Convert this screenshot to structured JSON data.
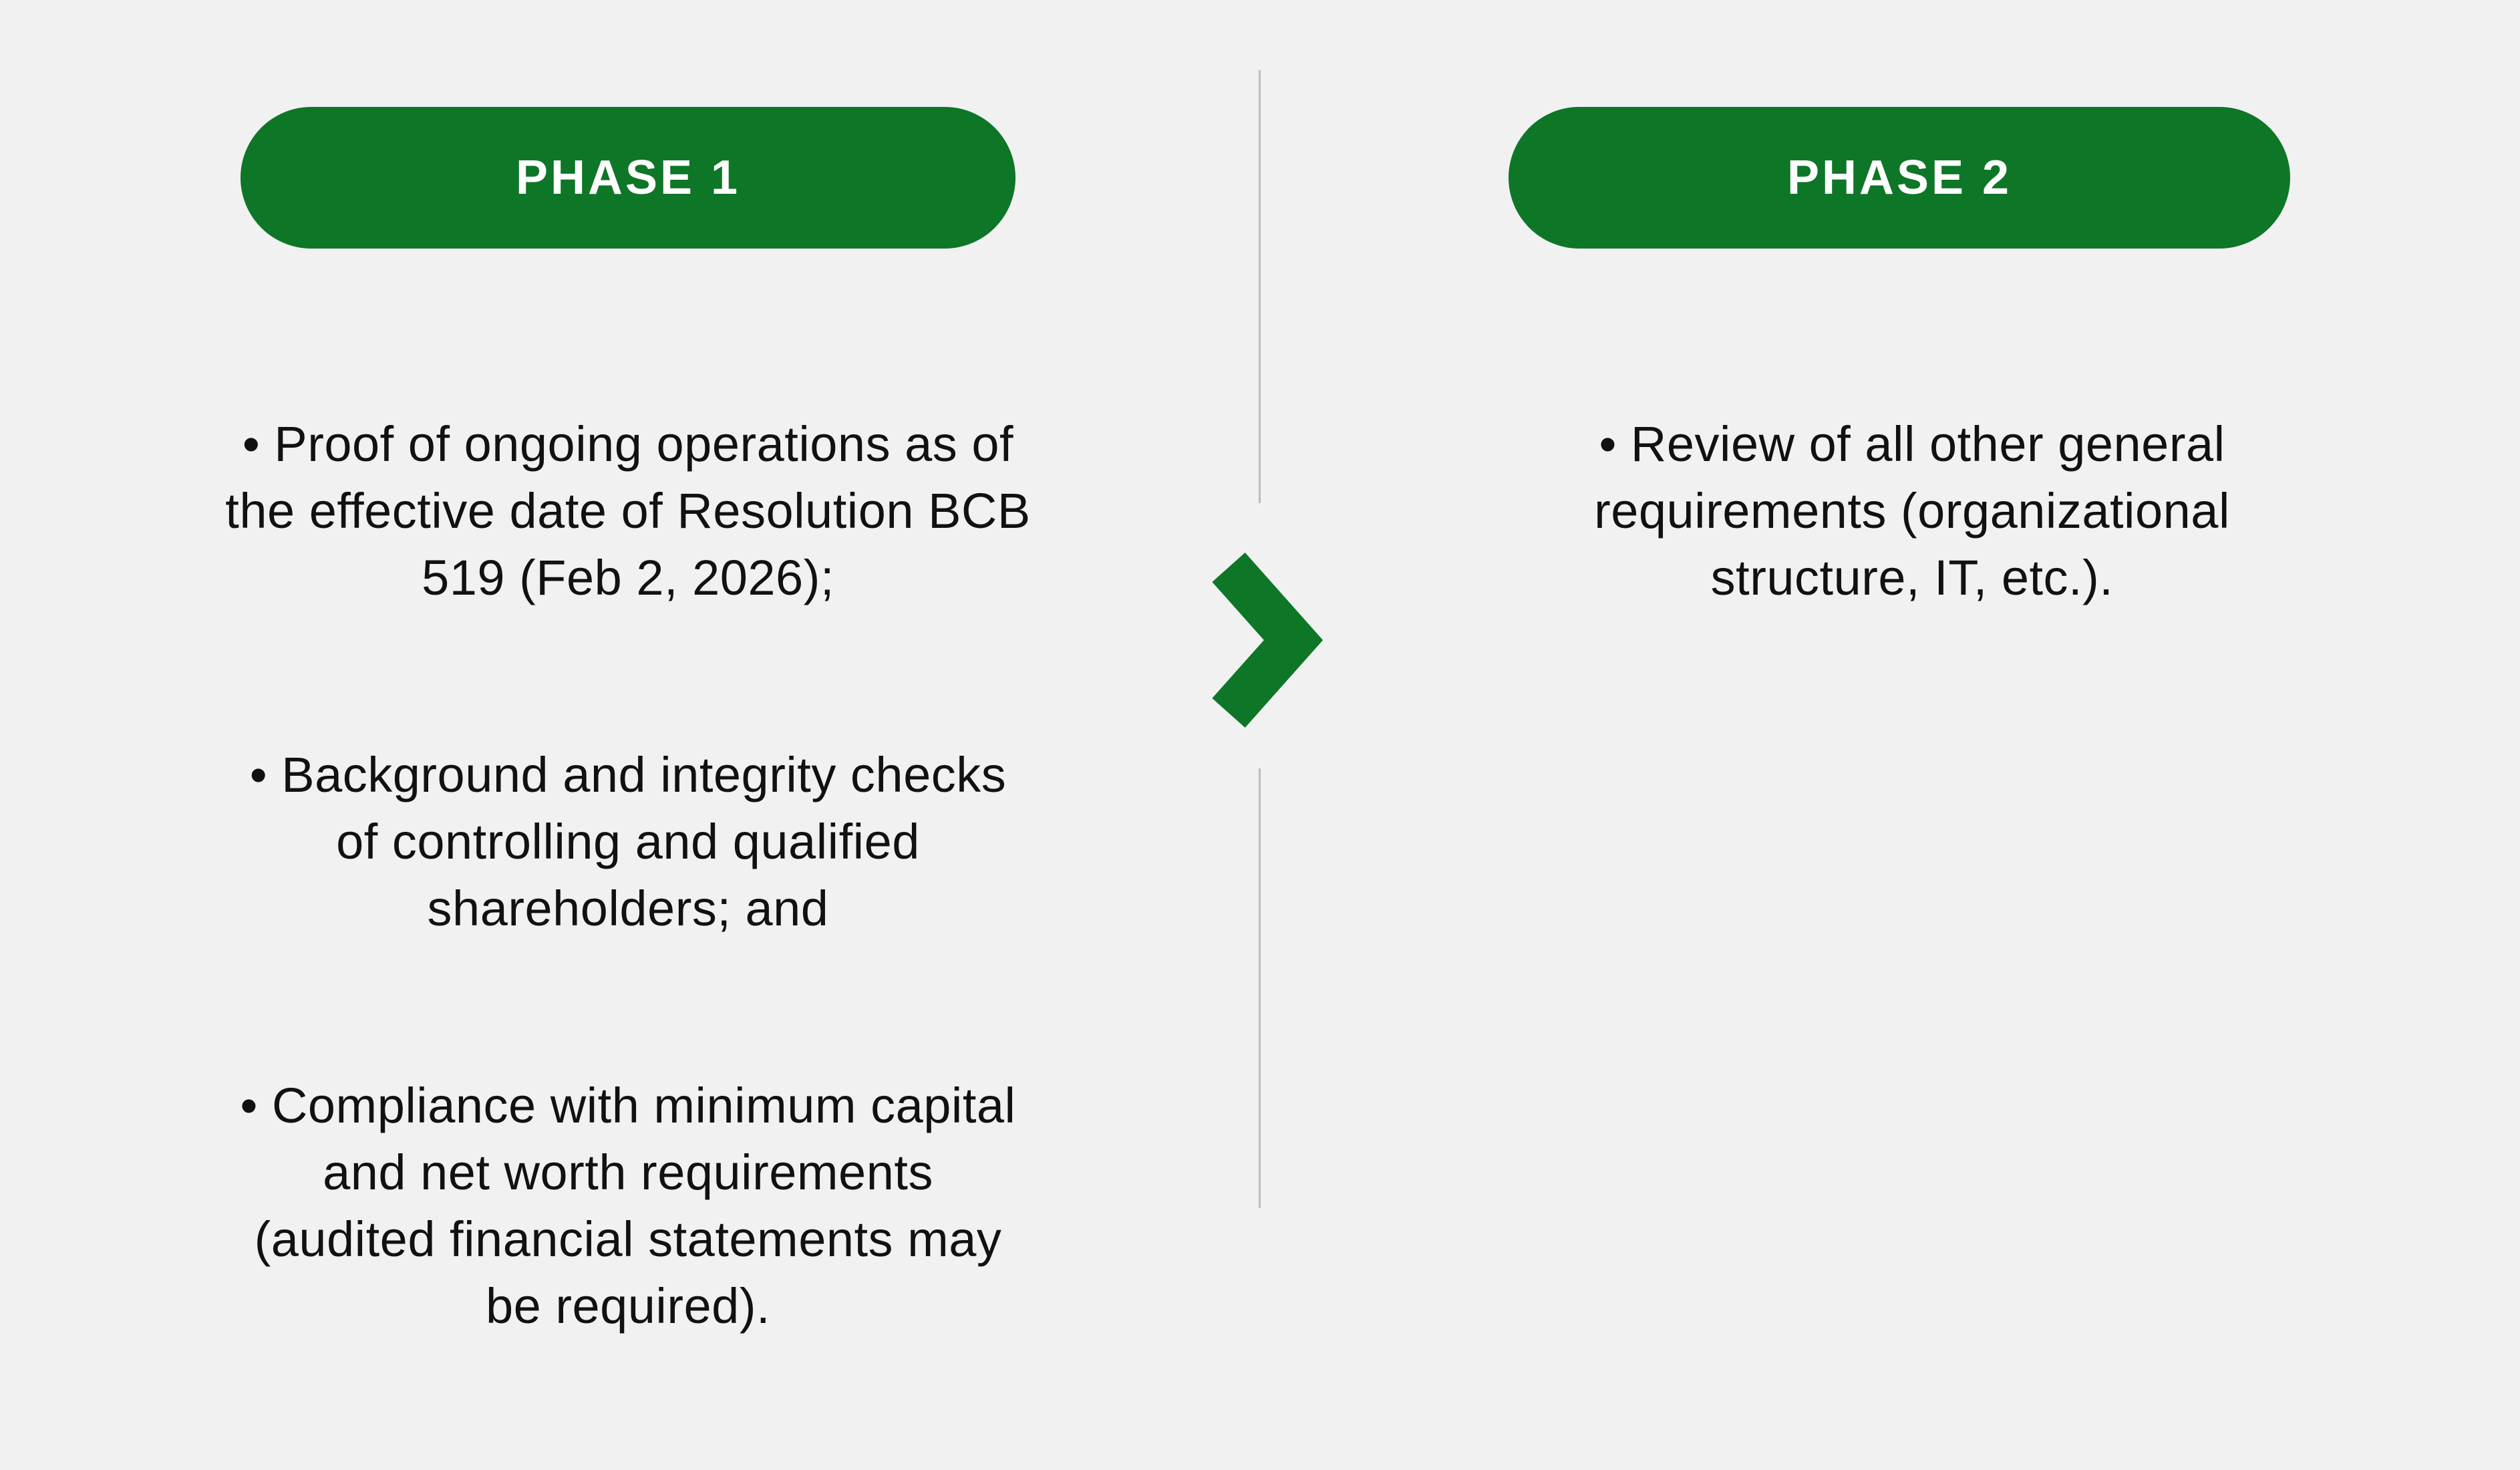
{
  "colors": {
    "accent_green": "#0e7627",
    "divider_gray": "#bcbcbc",
    "page_background": "#f1f1f1",
    "body_text": "#111111",
    "pill_text": "#ffffff"
  },
  "icons": {
    "arrow": "chevron-right-icon"
  },
  "columns": [
    {
      "label": "PHASE 1",
      "bullets": [
        "• Proof of ongoing operations as of\nthe effective date of Resolution BCB\n519 (Feb 2, 2026);",
        "• Background and integrity checks\nof controlling and qualified\nshareholders; and",
        "• Compliance with minimum capital\nand net worth requirements\n(audited financial statements may\nbe required)."
      ]
    },
    {
      "label": "PHASE 2",
      "bullets": [
        "• Review of all other general\nrequirements (organizational\nstructure, IT, etc.)."
      ]
    }
  ]
}
